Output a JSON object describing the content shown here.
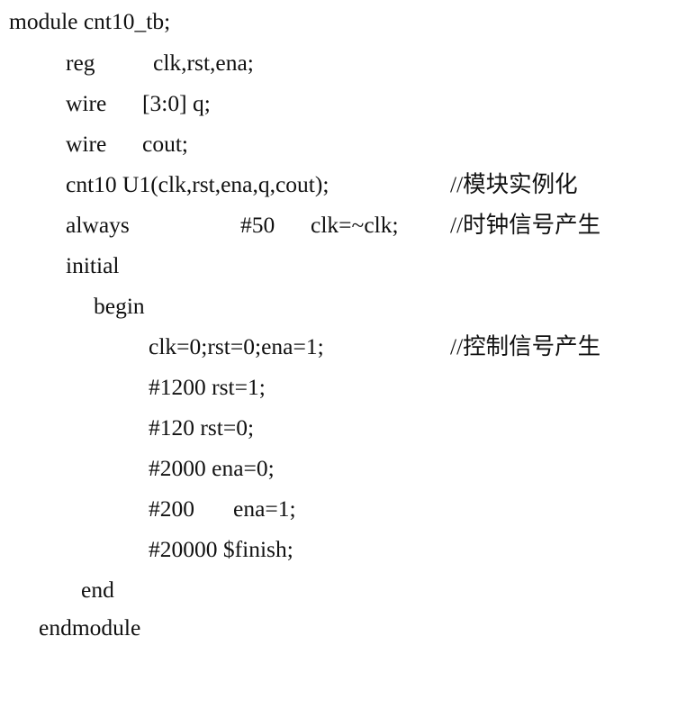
{
  "document": {
    "lines": [
      {
        "segments": [
          "module cnt10_tb;"
        ]
      },
      {
        "segments": [
          "reg",
          "clk,rst,ena;"
        ]
      },
      {
        "segments": [
          "wire",
          "[3:0] q;"
        ]
      },
      {
        "segments": [
          "wire",
          "cout;"
        ]
      },
      {
        "segments": [
          "cnt10 U1(clk,rst,ena,q,cout);",
          "//模块实例化"
        ]
      },
      {
        "segments": [
          "always",
          "#50",
          "clk=~clk;",
          "//时钟信号产生"
        ]
      },
      {
        "segments": [
          "initial"
        ]
      },
      {
        "segments": [
          "begin"
        ]
      },
      {
        "segments": [
          "clk=0;rst=0;ena=1;",
          "//控制信号产生"
        ]
      },
      {
        "segments": [
          "#1200 rst=1;"
        ]
      },
      {
        "segments": [
          "#120 rst=0;"
        ]
      },
      {
        "segments": [
          "#2000 ena=0;"
        ]
      },
      {
        "segments": [
          "#200",
          "ena=1;"
        ]
      },
      {
        "segments": [
          "#20000 $finish;"
        ]
      },
      {
        "segments": [
          "end"
        ]
      },
      {
        "segments": [
          "endmodule"
        ]
      }
    ]
  }
}
